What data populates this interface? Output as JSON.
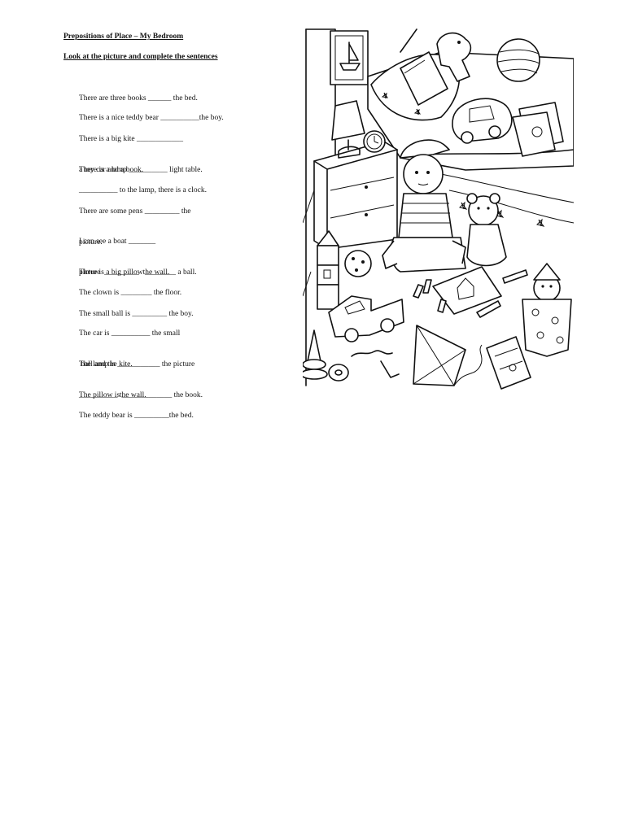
{
  "worksheet": {
    "title": "Prepositions of Place – My Bedroom",
    "instruction": "Look at the picture and complete the sentences",
    "sentences": [
      {
        "line1": "There are three books ______ the bed."
      },
      {
        "line1": "There is a nice teddy bear __________the boy."
      },
      {
        "line1": "There is a big kite ____________",
        "line2": "a toy car and a book."
      },
      {
        "line1": "There is a lamp __________ light table."
      },
      {
        "line1": "__________ to the lamp, there is a clock."
      },
      {
        "line1": "There are some pens _________ the",
        "line2": "picture."
      },
      {
        "line1": "I can see a boat _______",
        "line2": "picture  _________  the wall."
      },
      {
        "line1": "There is a big pillow ________ a ball."
      },
      {
        "line1": "The clown is ________ the floor."
      },
      {
        "line1": "The small ball is _________ the boy."
      },
      {
        "line1": "The car is __________ the small",
        "line2": " ball and the kite."
      },
      {
        "line1": "The lamp is ___________ the picture",
        "line2": "__________ the wall."
      },
      {
        "line1": "The pillow is _____________ the book."
      },
      {
        "line1": "The teddy bear is _________the bed."
      }
    ]
  }
}
